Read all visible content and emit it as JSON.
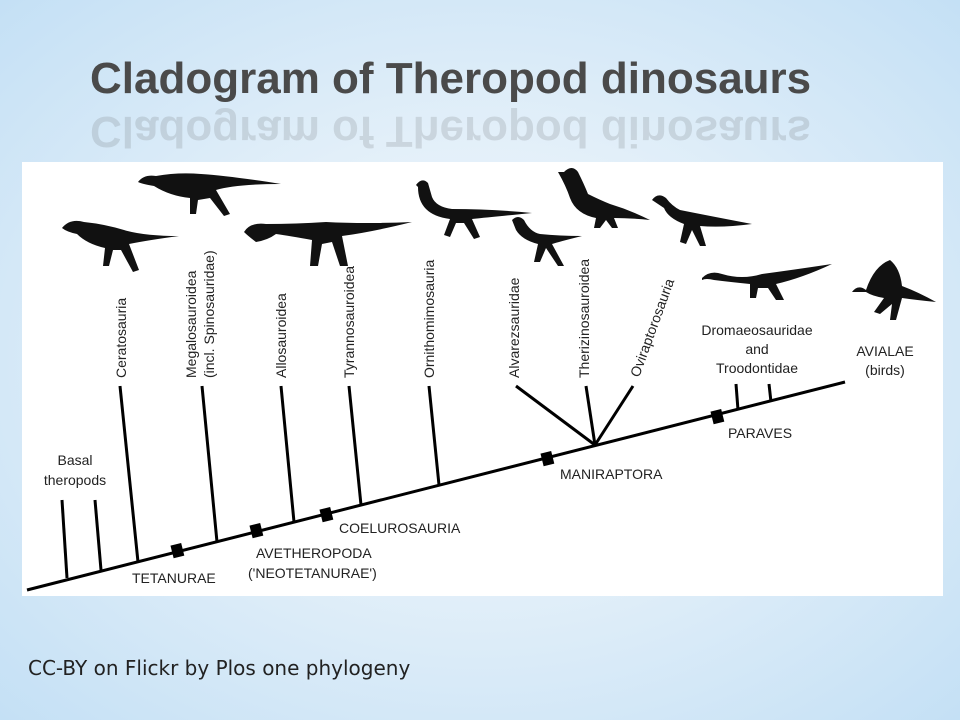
{
  "slide": {
    "title": "Cladogram of Theropod dinosaurs",
    "footer": "CC-BY on Flickr by Plos one phylogeny"
  },
  "cladogram": {
    "tip_labels": {
      "basal_line1": "Basal",
      "basal_line2": "theropods",
      "ceratosauria": "Ceratosauria",
      "megalosauroidea_line1": "Megalosauroidea",
      "megalosauroidea_line2": "(incl. Spinosauridae)",
      "allosauroidea": "Allosauroidea",
      "tyrannosauroidea": "Tyrannosauroidea",
      "ornithomimosauria": "Ornithomimosauria",
      "alvarezsauridae": "Alvarezsauridae",
      "therizinosauroidea": "Therizinosauroidea",
      "oviraptorosauria": "Oviraptorosauria",
      "dromaeo_line1": "Dromaeosauridae",
      "dromaeo_line2": "and",
      "dromaeo_line3": "Troodontidae",
      "avialae_line1": "AVIALAE",
      "avialae_line2": "(birds)"
    },
    "node_labels": {
      "tetanurae": "TETANURAE",
      "avetheropoda_line1": "AVETHEROPODA",
      "avetheropoda_line2": "('NEOTETANURAE')",
      "coelurosauria": "COELUROSAURIA",
      "maniraptora": "MANIRAPTORA",
      "paraves": "PARAVES"
    }
  }
}
